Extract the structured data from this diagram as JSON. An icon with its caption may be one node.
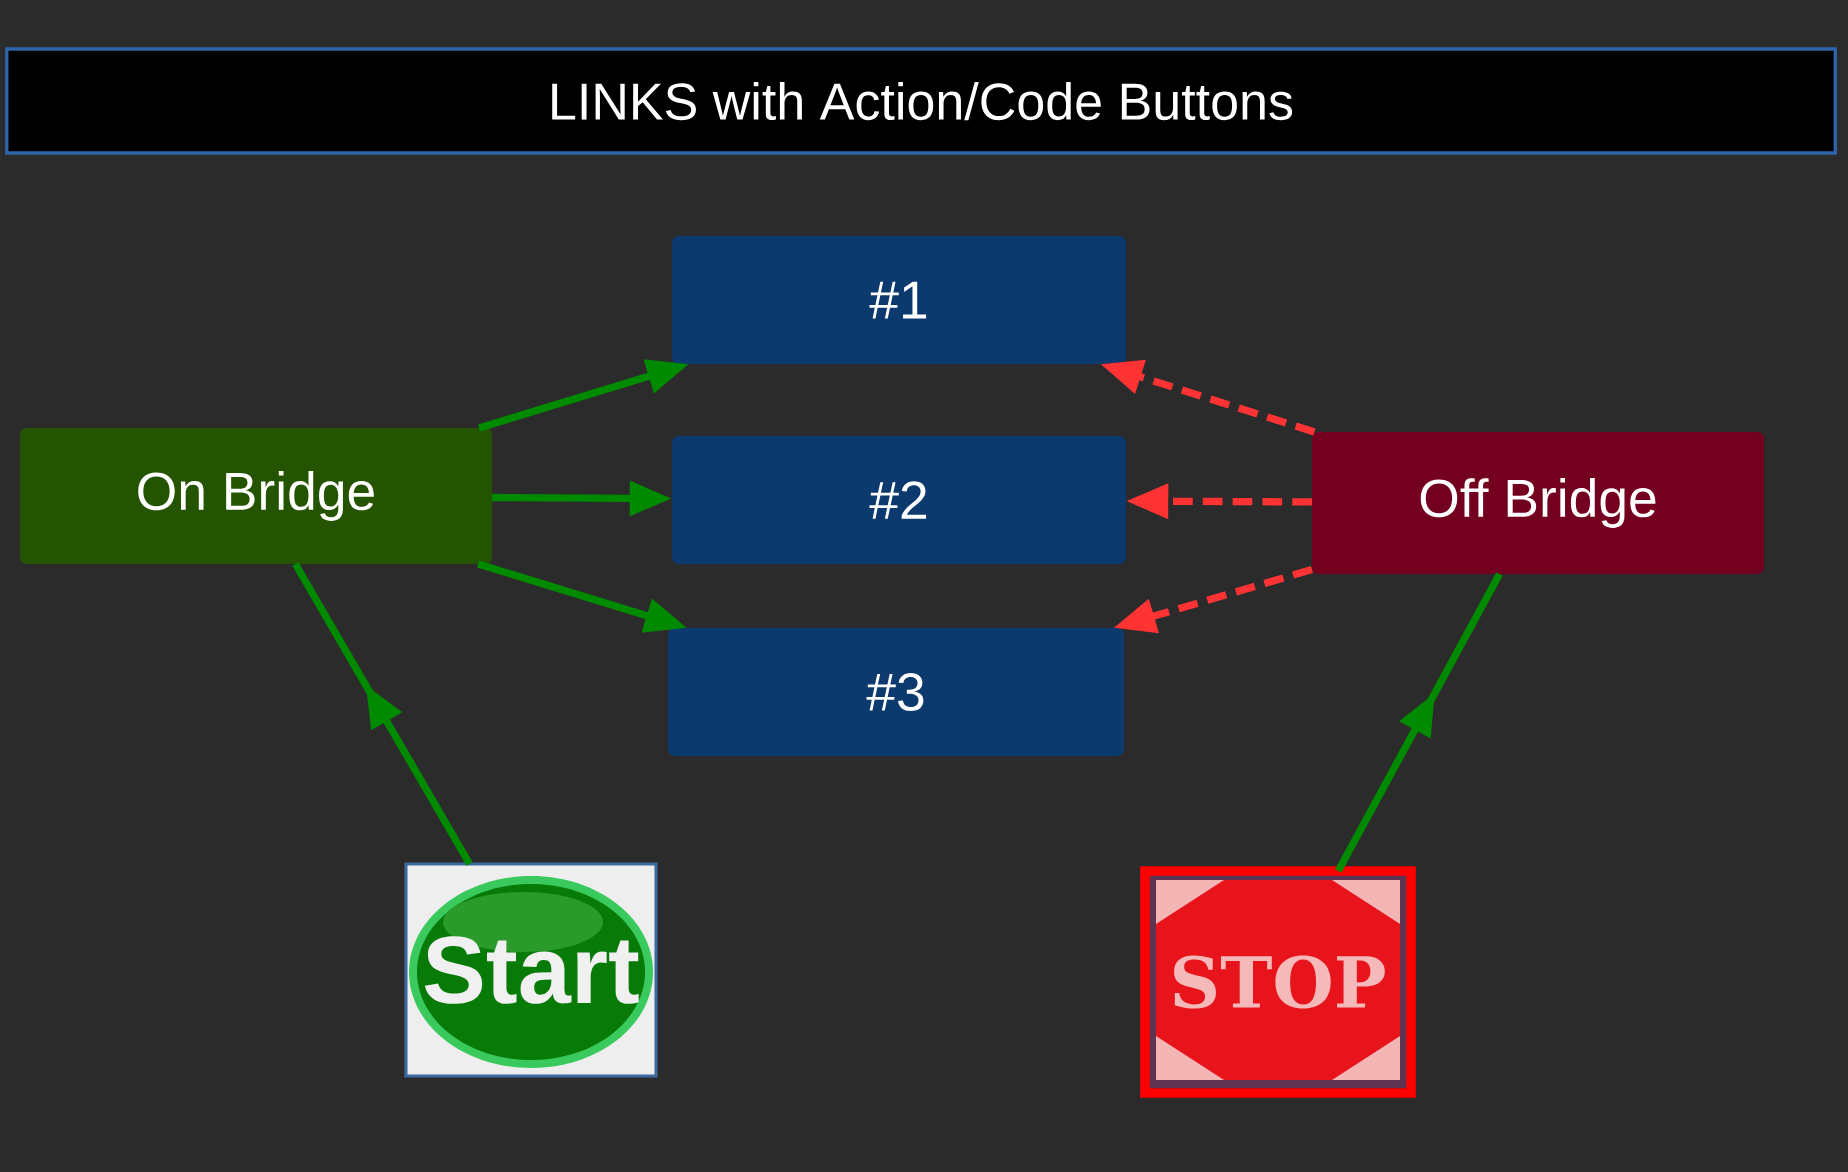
{
  "diagram": {
    "title": "LINKS with Action/Code Buttons",
    "nodes": [
      {
        "text": [
          "#1"
        ]
      },
      {
        "text": [
          "On Bridge"
        ]
      },
      {
        "text": [
          "#2"
        ]
      },
      {
        "text": [
          "Off Bridge"
        ]
      },
      {
        "text": [
          "#3"
        ]
      },
      {
        "text": [
          "Start"
        ]
      },
      {
        "text": [
          "STOP"
        ]
      }
    ],
    "edges": [
      {
        "from": 1,
        "to": 0,
        "arrow": "to"
      },
      {
        "from": 1,
        "to": 2,
        "arrow": "to"
      },
      {
        "from": 1,
        "to": 4,
        "arrow": "to"
      },
      {
        "from": 3,
        "to": 0,
        "arrow": "to",
        "style": "dashed",
        "color": "#ff3333"
      },
      {
        "from": 3,
        "to": 2,
        "arrow": "to",
        "style": "dashed",
        "color": "#ff3333"
      },
      {
        "from": 3,
        "to": 4,
        "arrow": "to",
        "style": "dashed",
        "color": "#ff3333"
      },
      {
        "from": 5,
        "to": 1,
        "arrow": "to"
      },
      {
        "from": 6,
        "to": 3,
        "arrow": "to"
      }
    ]
  }
}
